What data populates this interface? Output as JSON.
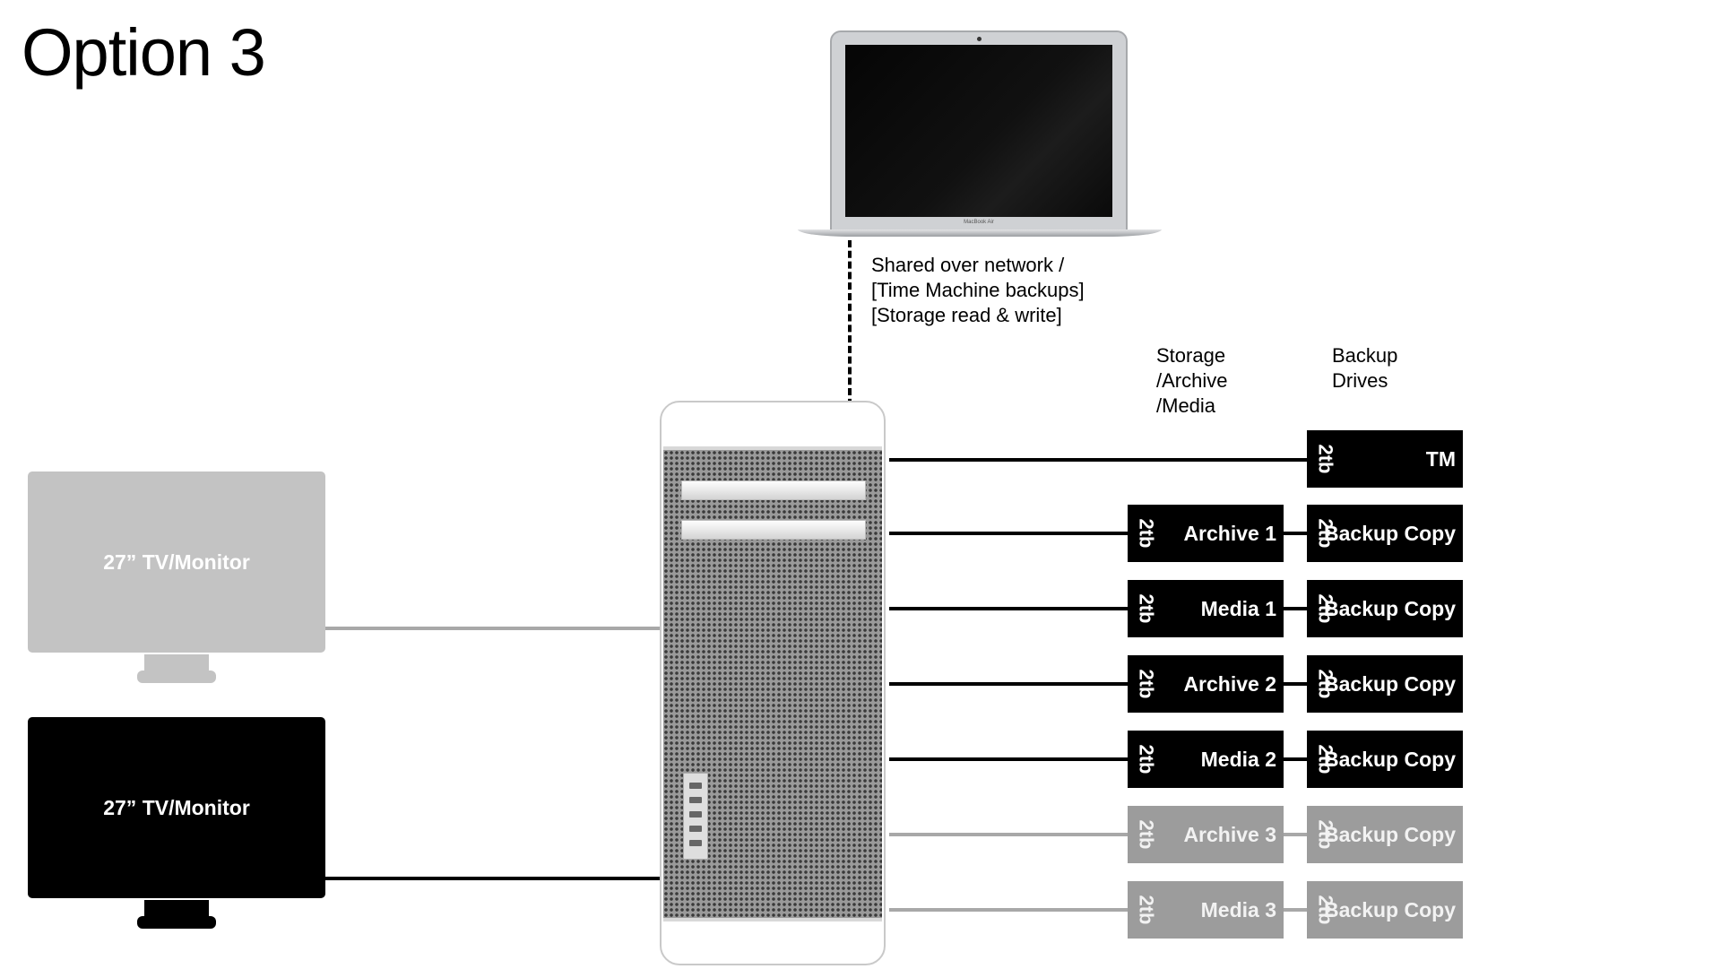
{
  "title": "Option 3",
  "laptop": {
    "brand": "MacBook Air"
  },
  "network_label": [
    "Shared over network /",
    "[Time Machine backups]",
    "[Storage read & write]"
  ],
  "columns": {
    "storage": [
      "Storage",
      "/Archive",
      "/Media"
    ],
    "backup": [
      "Backup",
      "Drives"
    ]
  },
  "monitors": [
    {
      "label": "27” TV/Monitor",
      "state": "inactive",
      "color": "#c3c3c3"
    },
    {
      "label": "27” TV/Monitor",
      "state": "active",
      "color": "#000000"
    }
  ],
  "tm_drive": {
    "capacity": "2tb",
    "label": "TM"
  },
  "drive_rows": [
    {
      "storage": {
        "capacity": "2tb",
        "label": "Archive 1"
      },
      "backup": {
        "capacity": "2tb",
        "label": "Backup Copy"
      },
      "active": true
    },
    {
      "storage": {
        "capacity": "2tb",
        "label": "Media 1"
      },
      "backup": {
        "capacity": "2tb",
        "label": "Backup Copy"
      },
      "active": true
    },
    {
      "storage": {
        "capacity": "2tb",
        "label": "Archive 2"
      },
      "backup": {
        "capacity": "2tb",
        "label": "Backup Copy"
      },
      "active": true
    },
    {
      "storage": {
        "capacity": "2tb",
        "label": "Media 2"
      },
      "backup": {
        "capacity": "2tb",
        "label": "Backup Copy"
      },
      "active": true
    },
    {
      "storage": {
        "capacity": "2tb",
        "label": "Archive 3"
      },
      "backup": {
        "capacity": "2tb",
        "label": "Backup Copy"
      },
      "active": false
    },
    {
      "storage": {
        "capacity": "2tb",
        "label": "Media 3"
      },
      "backup": {
        "capacity": "2tb",
        "label": "Backup Copy"
      },
      "active": false
    }
  ],
  "colors": {
    "active": "#000000",
    "inactive": "#9c9c9c",
    "inactive_line": "#a8a8a8"
  }
}
